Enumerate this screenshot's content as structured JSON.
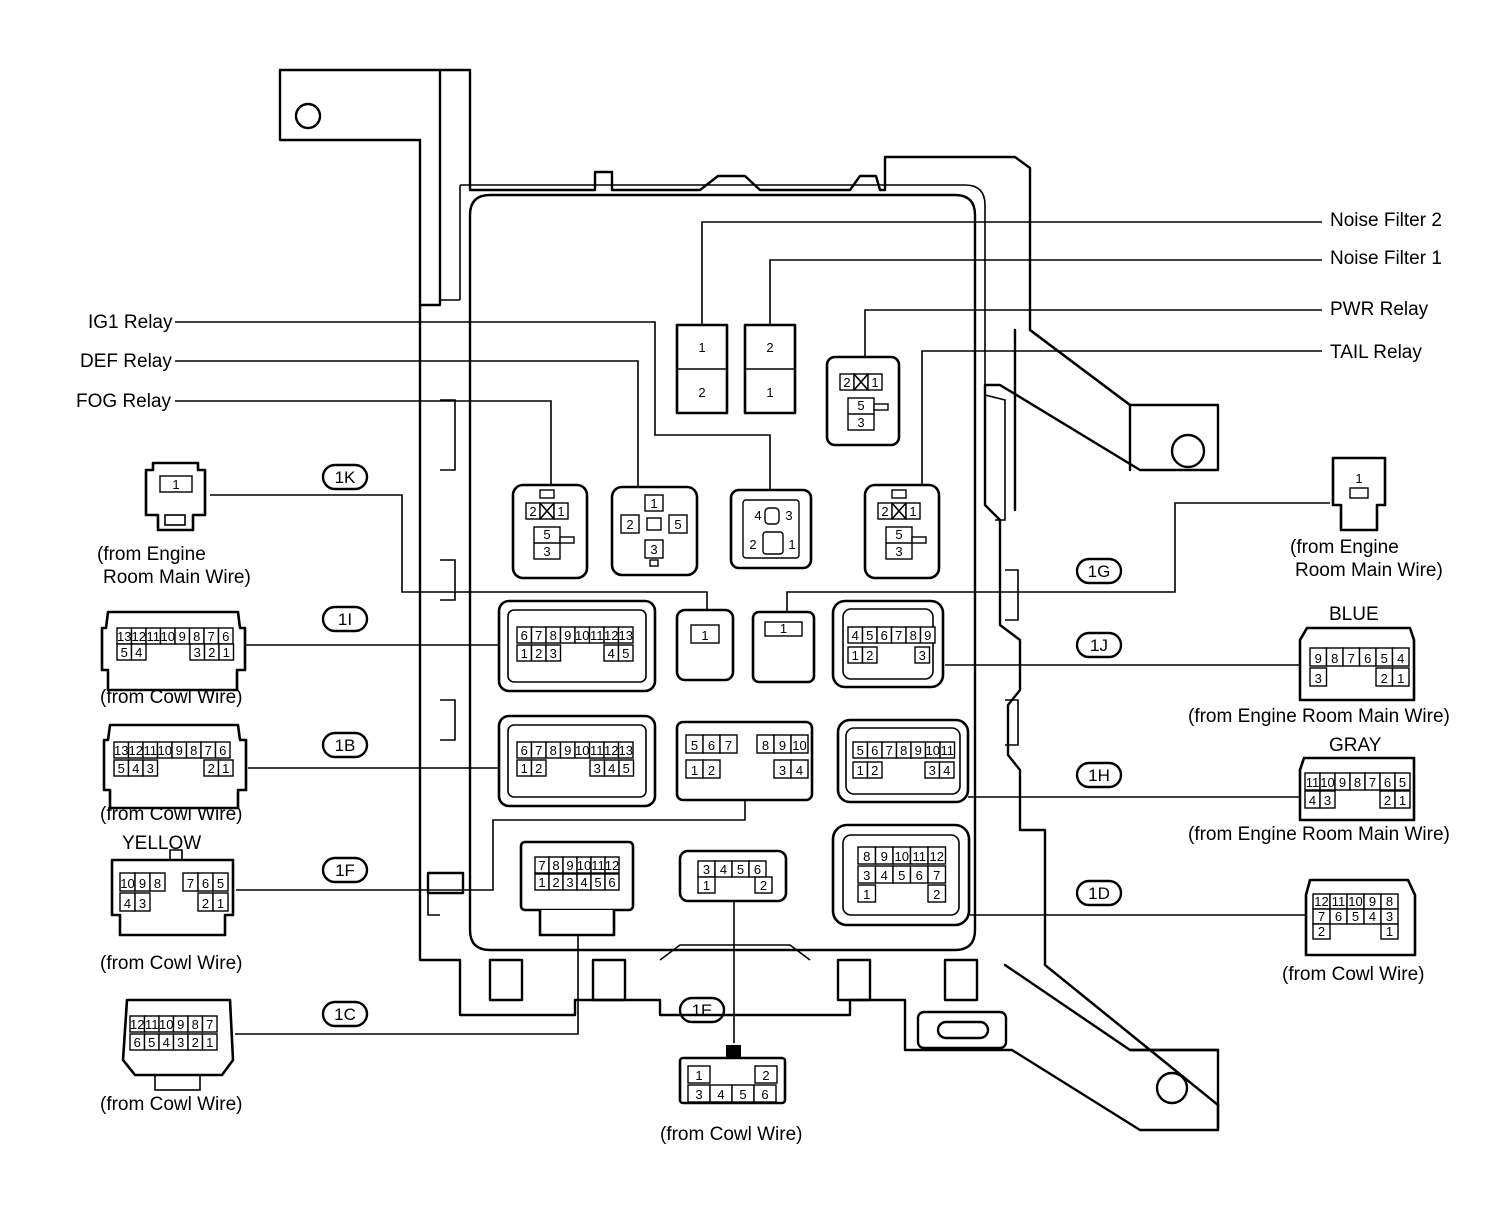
{
  "labels": {
    "noise_filter_2": "Noise Filter 2",
    "noise_filter_1": "Noise Filter 1",
    "pwr_relay": "PWR Relay",
    "tail_relay": "TAIL Relay",
    "ig1_relay": "IG1 Relay",
    "def_relay": "DEF Relay",
    "fog_relay": "FOG Relay",
    "from_engine_room_main_wire_line1": "(from Engine",
    "from_engine_room_main_wire_line2": "Room Main Wire)",
    "from_cowl_wire": "(from Cowl Wire)",
    "from_engine_room_main_wire": "(from Engine Room Main Wire)",
    "blue": "BLUE",
    "gray": "GRAY",
    "yellow": "YELLOW"
  },
  "connector_tags": {
    "1K": "1K",
    "1I": "1I",
    "1B": "1B",
    "1F": "1F",
    "1C": "1C",
    "1E": "1E",
    "1G": "1G",
    "1J": "1J",
    "1H": "1H",
    "1D": "1D"
  },
  "connectors": {
    "c1k": {
      "top": [
        "1"
      ]
    },
    "c1i": {
      "top": [
        "13",
        "12",
        "11",
        "10",
        "9",
        "8",
        "7",
        "6"
      ],
      "bottom": [
        "5",
        "4",
        "3",
        "2",
        "1"
      ]
    },
    "c1b": {
      "top": [
        "13",
        "12",
        "11",
        "10",
        "9",
        "8",
        "7",
        "6"
      ],
      "bottom": [
        "5",
        "4",
        "3",
        "2",
        "1"
      ]
    },
    "c1f": {
      "top": [
        "10",
        "9",
        "8",
        "7",
        "6",
        "5"
      ],
      "bottom": [
        "4",
        "3",
        "2",
        "1"
      ]
    },
    "c1c": {
      "top": [
        "12",
        "11",
        "10",
        "9",
        "8",
        "7"
      ],
      "bottom": [
        "6",
        "5",
        "4",
        "3",
        "2",
        "1"
      ]
    },
    "c1e": {
      "top": [
        "1",
        "2"
      ],
      "bottom": [
        "3",
        "4",
        "5",
        "6"
      ]
    },
    "c1g": {
      "top": [
        "1"
      ]
    },
    "c1j": {
      "top": [
        "9",
        "8",
        "7",
        "6",
        "5",
        "4"
      ],
      "bottom": [
        "3",
        "2",
        "1"
      ]
    },
    "c1h": {
      "top": [
        "11",
        "10",
        "9",
        "8",
        "7",
        "6",
        "5"
      ],
      "bottom": [
        "4",
        "3",
        "2",
        "1"
      ]
    },
    "c1d": {
      "top": [
        "12",
        "11",
        "10",
        "9",
        "8"
      ],
      "middle": [
        "7",
        "6",
        "5",
        "4",
        "3"
      ],
      "bottom": [
        "2",
        "1"
      ]
    }
  },
  "block": {
    "noise_filter_2": {
      "top": "1",
      "bottom": "2"
    },
    "noise_filter_1": {
      "top": "2",
      "bottom": "1"
    },
    "pwr_relay": [
      "2",
      "1",
      "5",
      "3"
    ],
    "fog_relay": [
      "2",
      "1",
      "5",
      "3"
    ],
    "def_relay": [
      "1",
      "2",
      "5",
      "3"
    ],
    "ig1_relay": [
      "4",
      "3",
      "2",
      "1"
    ],
    "tail_relay": [
      "2",
      "1",
      "5",
      "3"
    ],
    "j1i": {
      "top": [
        "6",
        "7",
        "8",
        "9",
        "10",
        "11",
        "12",
        "13"
      ],
      "bottom": [
        "1",
        "2",
        "3",
        "4",
        "5"
      ]
    },
    "j1k": [
      "1"
    ],
    "j1g": [
      "1"
    ],
    "j1j": {
      "top": [
        "4",
        "5",
        "6",
        "7",
        "8",
        "9"
      ],
      "bottom": [
        "1",
        "2",
        "3"
      ]
    },
    "j1b": {
      "top": [
        "6",
        "7",
        "8",
        "9",
        "10",
        "11",
        "12",
        "13"
      ],
      "bottom": [
        "1",
        "2",
        "3",
        "4",
        "5"
      ]
    },
    "j1f_mid": {
      "top": [
        "5",
        "6",
        "7",
        "8",
        "9",
        "10"
      ],
      "bottom": [
        "1",
        "2",
        "3",
        "4"
      ]
    },
    "j1h": {
      "top": [
        "5",
        "6",
        "7",
        "8",
        "9",
        "10",
        "11"
      ],
      "bottom": [
        "1",
        "2",
        "3",
        "4"
      ]
    },
    "j1c": {
      "top": [
        "7",
        "8",
        "9",
        "10",
        "11",
        "12"
      ],
      "bottom": [
        "1",
        "2",
        "3",
        "4",
        "5",
        "6"
      ]
    },
    "j1e": {
      "top": [
        "3",
        "4",
        "5",
        "6"
      ],
      "bottom": [
        "1",
        "2"
      ]
    },
    "j1d": {
      "top": [
        "8",
        "9",
        "10",
        "11",
        "12"
      ],
      "middle": [
        "3",
        "4",
        "5",
        "6",
        "7"
      ],
      "bottom": [
        "1",
        "2"
      ]
    }
  }
}
